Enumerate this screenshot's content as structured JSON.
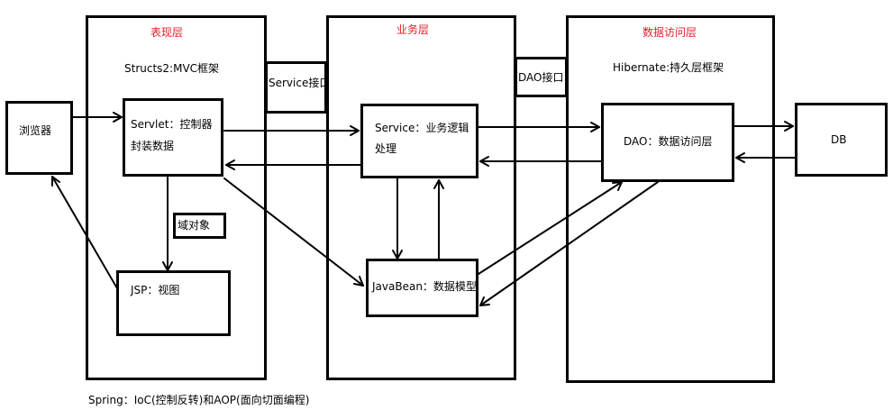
{
  "colors": {
    "layer_title": "#e0202a",
    "stroke": "#000000",
    "background": "#ffffff"
  },
  "layers": {
    "presentation": {
      "title": "表现层",
      "framework": "Structs2:MVC框架"
    },
    "business": {
      "title": "业务层"
    },
    "data_access": {
      "title": "数据访问层",
      "framework": "Hibernate:持久层框架"
    }
  },
  "nodes": {
    "browser": "浏览器",
    "servlet_line1": "Servlet：控制器",
    "servlet_line2": "封装数据",
    "domain_object": "域对象",
    "jsp": "JSP：视图",
    "service_interface": "Service接口",
    "service_line1": "Service：业务逻辑",
    "service_line2": "处理",
    "javabean": "JavaBean：数据模型",
    "dao_interface": "DAO接口",
    "dao": "DAO：数据访问层",
    "db": "DB"
  },
  "footer": "Spring：IoC(控制反转)和AOP(面向切面编程)"
}
